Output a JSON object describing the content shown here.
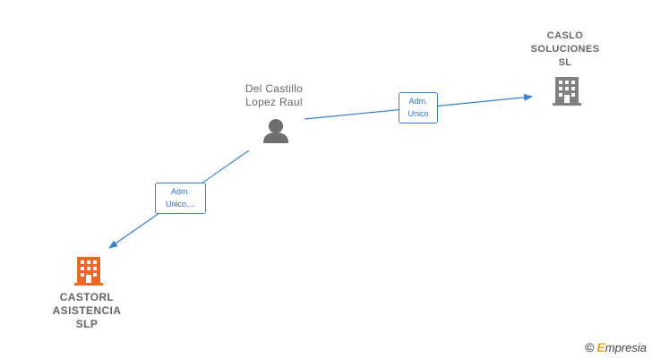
{
  "nodes": {
    "person": {
      "label_line1": "Del Castillo",
      "label_line2": "Lopez Raul",
      "icon": "person-icon"
    },
    "caslo": {
      "label_line1": "CASLO",
      "label_line2": "SOLUCIONES",
      "label_line3": "SL",
      "icon": "building-icon",
      "color": "#808080"
    },
    "castorl": {
      "label_line1": "CASTORL",
      "label_line2": "ASISTENCIA",
      "label_line3": "SLP",
      "icon": "building-icon",
      "color": "#f26522"
    }
  },
  "edges": [
    {
      "from": "person",
      "to": "caslo",
      "label_line1": "Adm.",
      "label_line2": "Unico"
    },
    {
      "from": "person",
      "to": "castorl",
      "label_line1": "Adm.",
      "label_line2": "Unico,..."
    }
  ],
  "colors": {
    "edge": "#3b7fd0",
    "person": "#6e6e6e"
  },
  "watermark": {
    "symbol": "©",
    "brand_initial": "E",
    "brand_rest": "mpresia"
  }
}
